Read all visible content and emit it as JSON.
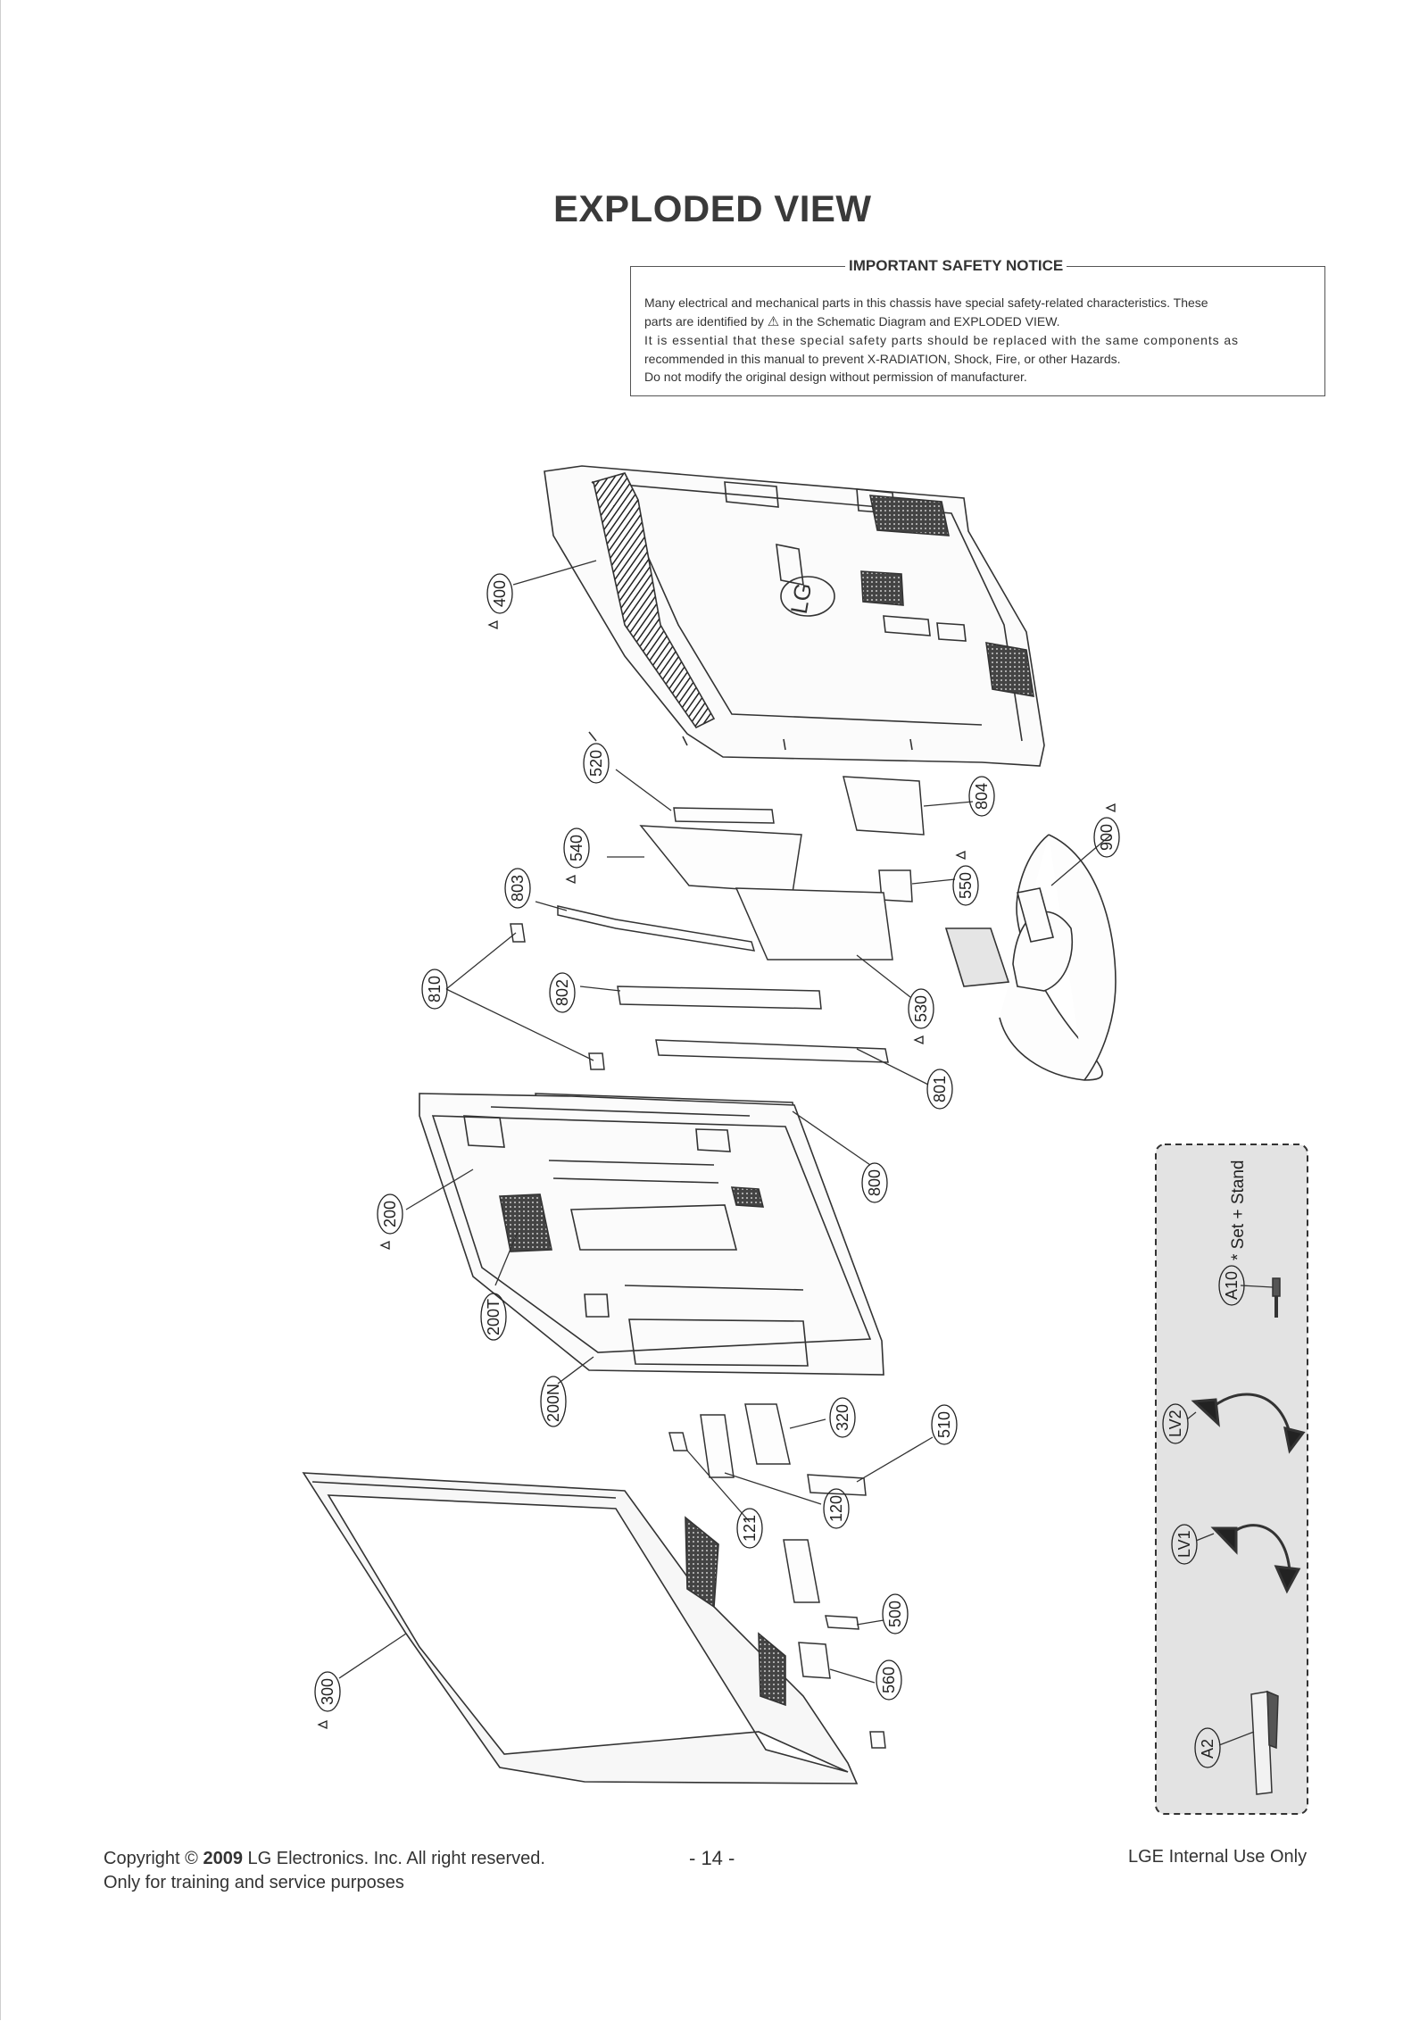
{
  "title": "EXPLODED VIEW",
  "notice": {
    "title": "IMPORTANT SAFETY NOTICE",
    "line1": "Many electrical and mechanical parts in this chassis have special safety-related characteristics. These",
    "line2_pre": "parts are identified by",
    "line2_post": "in the Schematic Diagram and EXPLODED VIEW.",
    "line3": "It is essential that these special safety parts should be replaced with the same components as",
    "line4": "recommended in this manual to prevent X-RADIATION, Shock, Fire, or other Hazards.",
    "line5": "Do not modify the original design without permission of manufacturer."
  },
  "callouts": {
    "c400": "400",
    "c520": "520",
    "c540": "540",
    "c803": "803",
    "c810": "810",
    "c802": "802",
    "c804": "804",
    "c550": "550",
    "c900": "900",
    "c530": "530",
    "c801": "801",
    "c800": "800",
    "c200": "200",
    "c200T": "200T",
    "c200N": "200N",
    "c320": "320",
    "c510": "510",
    "c121": "121",
    "c120": "120",
    "c500": "500",
    "c560": "560",
    "c300": "300",
    "cA10": "A10",
    "cLV2": "LV2",
    "cLV1": "LV1",
    "cA2": "A2"
  },
  "accessory_note": "* Set + Stand",
  "logo_text": "LG",
  "footer": {
    "copyright_pre": "Copyright ©",
    "copyright_year": "2009",
    "copyright_post": "LG Electronics. Inc. All right reserved.",
    "line2": "Only for training and service purposes",
    "page_number": "- 14 -",
    "right": "LGE Internal Use Only"
  }
}
